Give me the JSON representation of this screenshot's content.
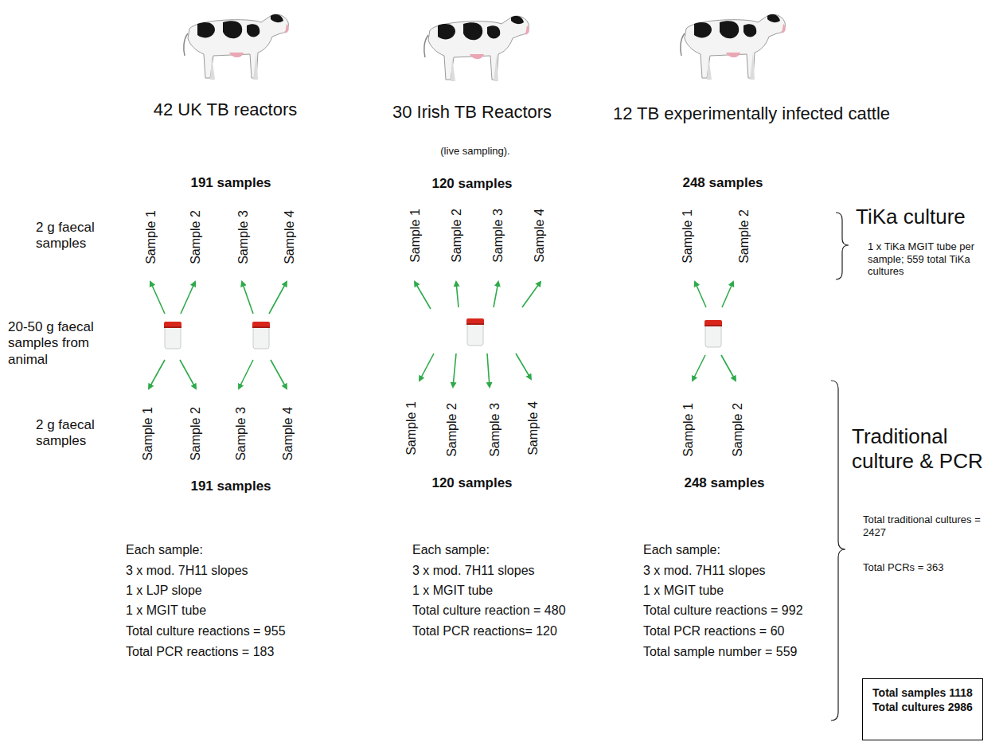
{
  "diagram": {
    "nodes": [
      {
        "text": [
          "Total samples 1118",
          "Total cultures 2986"
        ]
      }
    ],
    "labels": [
      "42 UK TB reactors",
      "30 Irish TB Reactors",
      "(live sampling).",
      "12 TB experimentally infected cattle",
      "191 samples",
      "120 samples",
      "248 samples",
      "2 g faecal samples",
      "Sample 1",
      "Sample 2",
      "Sample 3",
      "Sample 4",
      "Sample 1",
      "Sample 2",
      "Sample 3",
      "Sample 4",
      "Sample 1",
      "Sample 2",
      "TiKa culture",
      "1 x TiKa MGIT tube per sample; 559 total TiKa cultures",
      "20-50 g faecal samples from animal",
      "2 g faecal samples",
      "Sample 1",
      "Sample 2",
      "Sample 3",
      "Sample 4",
      "Sample 1",
      "Sample 2",
      "Sample 3",
      "Sample 4",
      "Sample 1",
      "Sample 2",
      "191 samples",
      "120 samples",
      "248 samples",
      "Traditional culture & PCR",
      "Each sample:",
      "3 x mod. 7H11 slopes",
      "1 x LJP slope",
      "1 x MGIT tube",
      "Total culture reactions = 955",
      "Total PCR reactions = 183",
      "Each sample:",
      "3 x mod. 7H11 slopes",
      "1 x MGIT tube",
      "Total culture reaction = 480",
      "Total PCR reactions= 120",
      "Each sample:",
      "3 x mod. 7H11 slopes",
      "1 x MGIT tube",
      "Total culture reactions = 992",
      "Total PCR reactions = 60",
      "Total sample number = 559",
      "Total traditional cultures = 2427",
      "Total PCRs = 363"
    ]
  }
}
